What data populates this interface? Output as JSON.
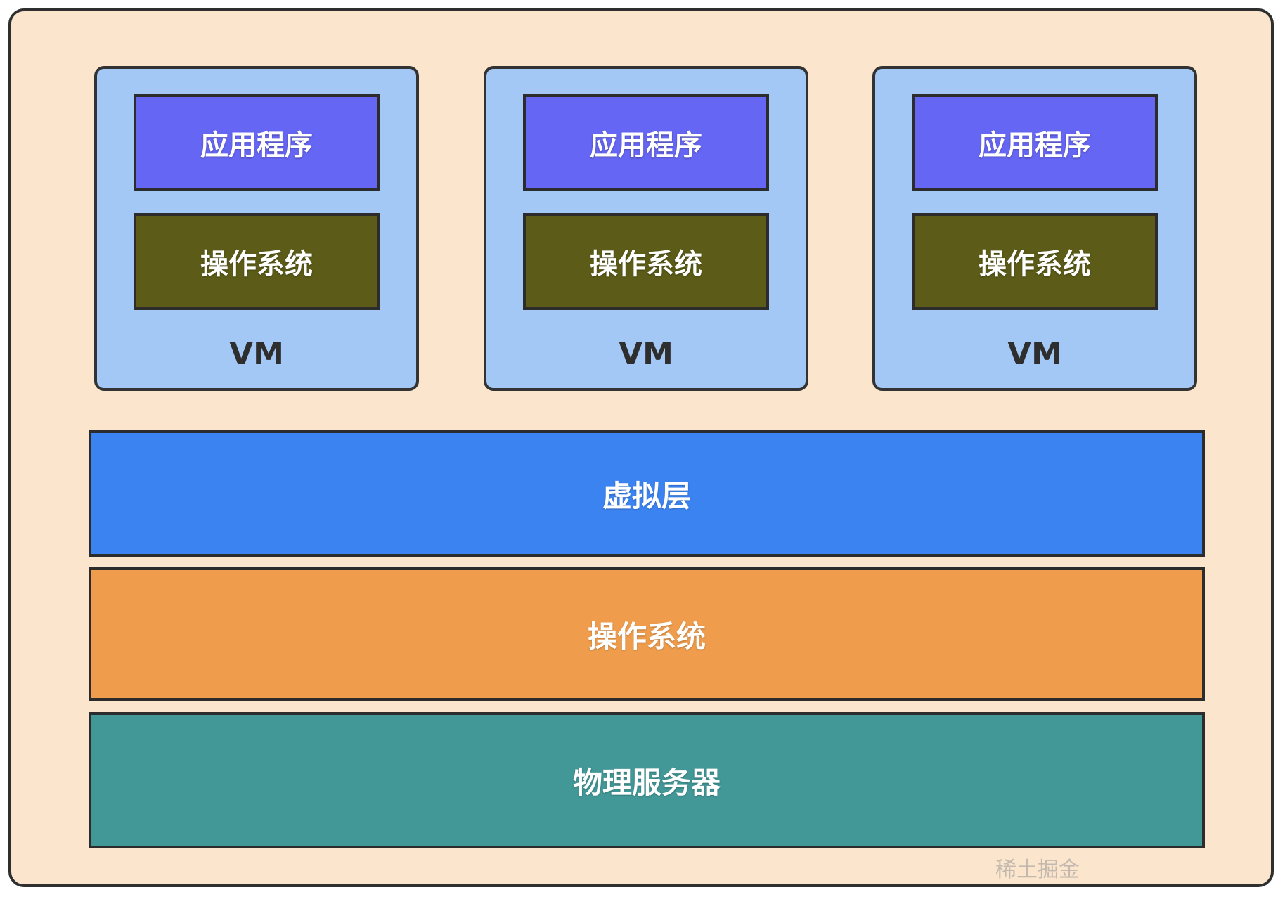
{
  "colors": {
    "frame_bg": "#fbe5cd",
    "vm_bg": "#a3c8f5",
    "app_box": "#6666f5",
    "vm_os_box": "#5c5c18",
    "virtualization_layer": "#3a83f1",
    "host_os_layer": "#ef9d4c",
    "physical_server_layer": "#429797"
  },
  "vms": [
    {
      "app": "应用程序",
      "os": "操作系统",
      "label": "VM"
    },
    {
      "app": "应用程序",
      "os": "操作系统",
      "label": "VM"
    },
    {
      "app": "应用程序",
      "os": "操作系统",
      "label": "VM"
    }
  ],
  "layers": {
    "virtualization": "虚拟层",
    "host_os": "操作系统",
    "physical_server": "物理服务器"
  },
  "watermark": "稀土掘金"
}
